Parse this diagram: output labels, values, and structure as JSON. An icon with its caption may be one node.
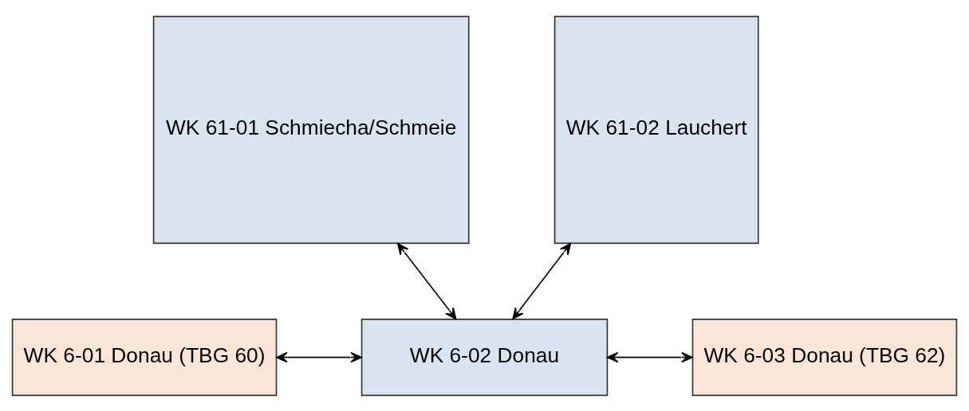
{
  "diagram": {
    "nodes": [
      {
        "text": [
          "WK 61-01 Schmiecha/Schmeie"
        ]
      },
      {
        "text": [
          "WK 61-02 Lauchert"
        ]
      },
      {
        "text": [
          "WK 6-01 Donau (TBG 60)"
        ]
      },
      {
        "text": [
          "WK 6-02 Donau"
        ]
      },
      {
        "text": [
          "WK 6-03 Donau (TBG 62)"
        ]
      }
    ],
    "edges": [
      {
        "from": 0,
        "to": 3,
        "arrow": "both"
      },
      {
        "from": 1,
        "to": 3,
        "arrow": "both"
      },
      {
        "from": 2,
        "to": 3,
        "arrow": "both"
      },
      {
        "from": 3,
        "to": 4,
        "arrow": "both"
      }
    ]
  }
}
